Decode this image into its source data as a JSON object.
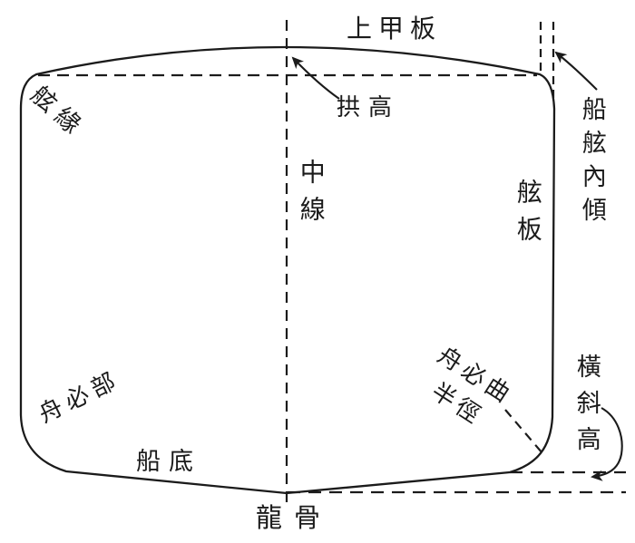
{
  "diagram": {
    "labels": {
      "deck": "上甲板",
      "gunwale": "舷緣",
      "camber": "拱高",
      "centerline": "中線",
      "side_plank": "舷板",
      "tumblehome": "船舷內傾",
      "bilge": "舟必部",
      "bilge_radius_line1": "舟必曲",
      "bilge_radius_line2": "半徑",
      "deadrise": "橫斜高",
      "bottom": "船底",
      "keel": "龍骨"
    },
    "colors": {
      "ink": "#1b1b1b",
      "background": "#ffffff"
    }
  }
}
